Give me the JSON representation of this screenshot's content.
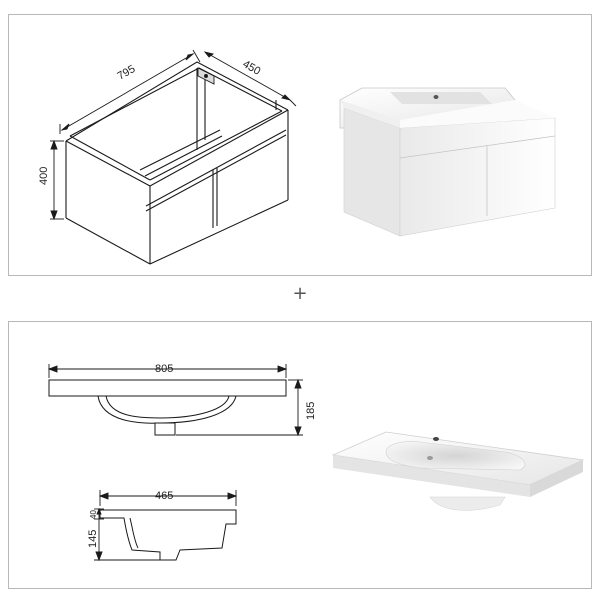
{
  "top_panel": {
    "drawing": {
      "width_label": "795",
      "depth_label": "450",
      "height_label": "400"
    }
  },
  "separator": {
    "symbol": "+"
  },
  "bottom_panel": {
    "front_view": {
      "width_label": "805",
      "height_label": "185"
    },
    "side_view": {
      "width_label": "465",
      "total_height_label": "145",
      "top_thickness_label": "40"
    }
  },
  "colors": {
    "line": "#1a1a1a",
    "panel_border": "#b8b8b8",
    "white_product": "#f4f4f4"
  }
}
